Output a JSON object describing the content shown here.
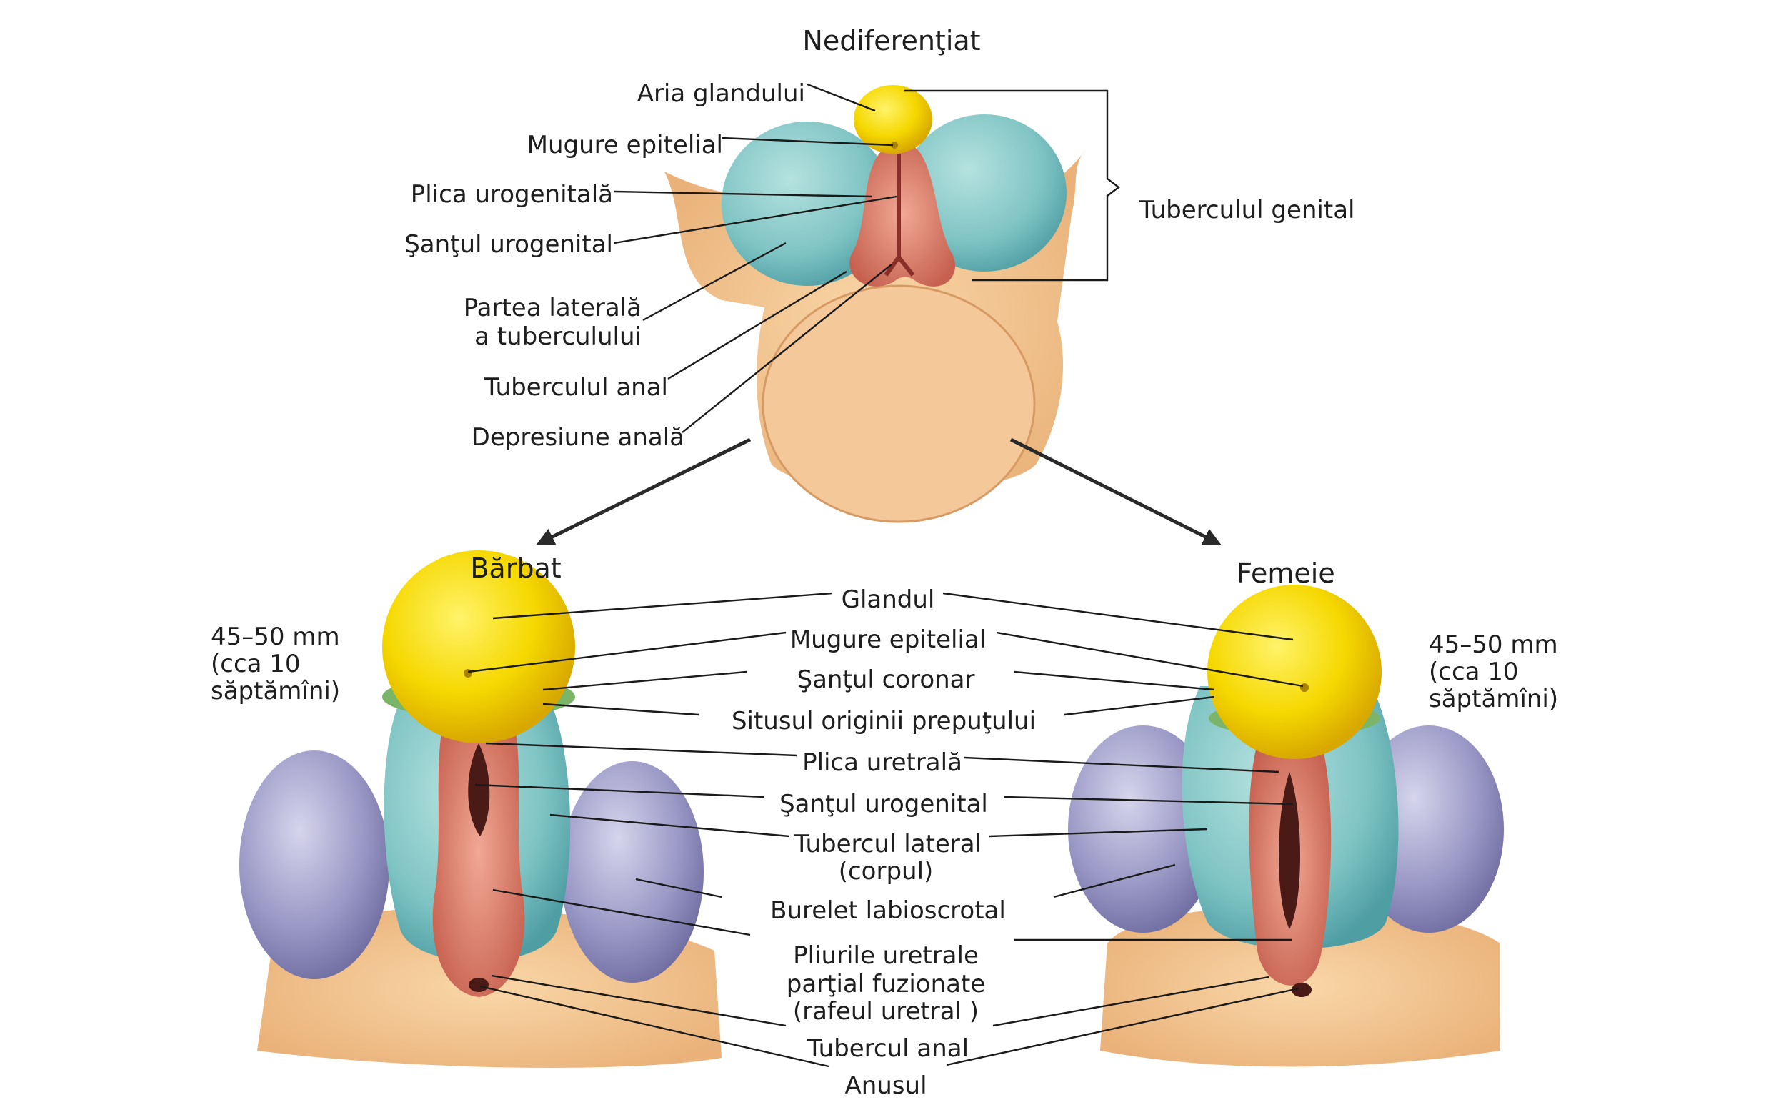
{
  "top": {
    "title": "Nediferenţiat",
    "labels": {
      "aria_glandului": "Aria glandului",
      "mugure_epitelial": "Mugure epitelial",
      "plica_urogenitala": "Plica urogenitală",
      "santul_urogenital": "Şanţul urogenital",
      "partea_laterala_1": "Partea laterală",
      "partea_laterala_2": "a tuberculului",
      "tuberculul_anal": "Tuberculul anal",
      "depresiune_anala": "Depresiune anală",
      "tuberculul_genital": "Tuberculul genital"
    }
  },
  "male": {
    "title": "Bărbat",
    "age_line1": "45–50 mm",
    "age_line2": "(cca 10",
    "age_line3": "săptămîni)"
  },
  "female": {
    "title": "Femeie",
    "age_line1": "45–50 mm",
    "age_line2": "(cca 10",
    "age_line3": "săptămîni)"
  },
  "center_labels": {
    "glandul": "Glandul",
    "mugure_epitelial": "Mugure epitelial",
    "santul_coronar": "Şanţul coronar",
    "situsul": "Situsul originii prepuţului",
    "plica_uretrala": "Plica uretrală",
    "santul_urogenital": "Şanţul urogenital",
    "tubercul_lateral_1": "Tubercul lateral",
    "tubercul_lateral_2": "(corpul)",
    "burelet": "Burelet labioscrotal",
    "pliurile_1": "Pliurile uretrale",
    "pliurile_2": "parţial fuzionate",
    "pliurile_3": "(rafeul uretral )",
    "tubercul_anal": "Tubercul anal",
    "anusul": "Anusul"
  },
  "colors": {
    "glans": "#f5d800",
    "lateral_tubercle": "#7fc4c4",
    "urogenital_fold": "#d9776a",
    "labioscrotal_swelling": "#8e8cb8",
    "skin": "#f4c48e"
  }
}
